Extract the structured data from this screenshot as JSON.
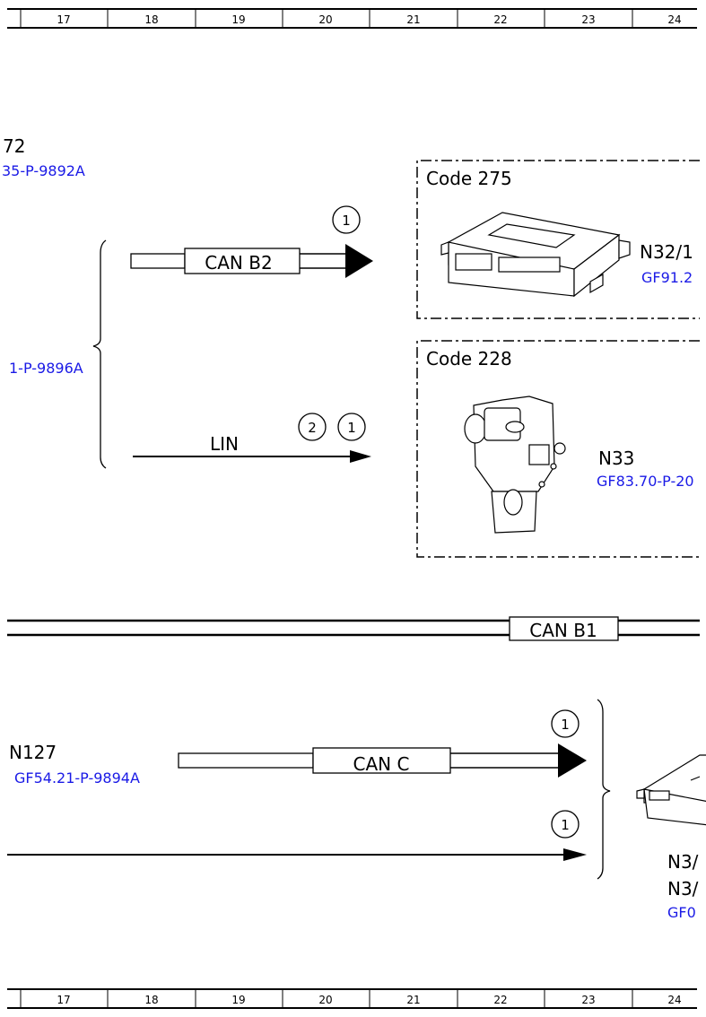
{
  "grid": {
    "columns": [
      "17",
      "18",
      "19",
      "20",
      "21",
      "22",
      "23",
      "24"
    ]
  },
  "top_section": {
    "component_partial": "72",
    "component_partial_ref": "35-P-9892A",
    "brace_ref_partial": "1-P-9896A",
    "can_b2_label": "CAN B2",
    "can_b2_marker": "1",
    "lin_label": "LIN",
    "lin_marker_a": "2",
    "lin_marker_b": "1"
  },
  "box_275": {
    "code": "Code 275",
    "component": "N32/1",
    "ref": "GF91.2"
  },
  "box_228": {
    "code": "Code 228",
    "component": "N33",
    "ref": "GF83.70-P-20"
  },
  "can_b1": {
    "label": "CAN B1"
  },
  "bottom_section": {
    "component": "N127",
    "component_ref": "GF54.21-P-9894A",
    "can_c_label": "CAN C",
    "can_c_marker": "1",
    "line_marker": "1",
    "right_comp_1": "N3/",
    "right_comp_2": "N3/",
    "right_ref": "GF0"
  }
}
